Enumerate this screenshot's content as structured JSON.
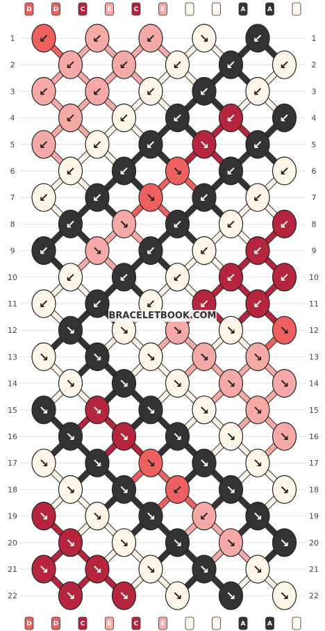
{
  "site_watermark": "BRACELETBOOK.COM",
  "strand_colors": {
    "A": "#333333",
    "B": "#fdf6e8",
    "C": "#b5253d",
    "D": "#ec6060",
    "E": "#f6aaa8"
  },
  "strands_top": [
    "D",
    "D",
    "C",
    "E",
    "C",
    "E",
    "B",
    "B",
    "A",
    "A",
    "B"
  ],
  "strands_bottom": [
    "D",
    "D",
    "C",
    "E",
    "C",
    "E",
    "B",
    "B",
    "A",
    "A",
    "B"
  ],
  "row_numbers": [
    "1",
    "2",
    "3",
    "4",
    "5",
    "6",
    "7",
    "8",
    "9",
    "10",
    "11",
    "12",
    "13",
    "14",
    "15",
    "16",
    "17",
    "18",
    "19",
    "20",
    "21",
    "22"
  ],
  "knots": [
    [
      [
        "D",
        "↙"
      ],
      [
        "E",
        "↙"
      ],
      [
        "E",
        "↙"
      ],
      [
        "B",
        "↘"
      ],
      [
        "A",
        "↙"
      ]
    ],
    [
      [
        "E",
        "↙"
      ],
      [
        "E",
        "↙"
      ],
      [
        "B",
        "↙"
      ],
      [
        "A",
        "↙"
      ],
      [
        "B",
        "↙"
      ]
    ],
    [
      [
        "E",
        "↙"
      ],
      [
        "E",
        "↙"
      ],
      [
        "B",
        "↙"
      ],
      [
        "A",
        "↙"
      ],
      [
        "B",
        "↙"
      ]
    ],
    [
      [
        "E",
        "↙"
      ],
      [
        "B",
        "↙"
      ],
      [
        "A",
        "↙"
      ],
      [
        "C",
        "↙"
      ],
      [
        "A",
        "↙"
      ]
    ],
    [
      [
        "E",
        "↙"
      ],
      [
        "B",
        "↙"
      ],
      [
        "A",
        "↙"
      ],
      [
        "C",
        "↘"
      ],
      [
        "A",
        "↙"
      ]
    ],
    [
      [
        "B",
        "↙"
      ],
      [
        "A",
        "↙"
      ],
      [
        "D",
        "↘"
      ],
      [
        "A",
        "↙"
      ],
      [
        "B",
        "↙"
      ]
    ],
    [
      [
        "B",
        "↙"
      ],
      [
        "A",
        "↙"
      ],
      [
        "D",
        "↘"
      ],
      [
        "A",
        "↙"
      ],
      [
        "B",
        "↙"
      ]
    ],
    [
      [
        "A",
        "↙"
      ],
      [
        "E",
        "↘"
      ],
      [
        "A",
        "↙"
      ],
      [
        "B",
        "↙"
      ],
      [
        "C",
        "↙"
      ]
    ],
    [
      [
        "A",
        "↙"
      ],
      [
        "E",
        "↘"
      ],
      [
        "A",
        "↙"
      ],
      [
        "B",
        "↙"
      ],
      [
        "C",
        "↙"
      ]
    ],
    [
      [
        "B",
        "↙"
      ],
      [
        "A",
        "↙"
      ],
      [
        "B",
        "↙"
      ],
      [
        "C",
        "↙"
      ],
      [
        "C",
        "↙"
      ]
    ],
    [
      [
        "B",
        "↙"
      ],
      [
        "A",
        "↙"
      ],
      [
        "B",
        "↙"
      ],
      [
        "C",
        "↙"
      ],
      [
        "C",
        "↙"
      ]
    ],
    [
      [
        "A",
        "↘"
      ],
      [
        "B",
        "↘"
      ],
      [
        "E",
        "↘"
      ],
      [
        "B",
        "↘"
      ],
      [
        "D",
        "↘"
      ]
    ],
    [
      [
        "B",
        "↘"
      ],
      [
        "A",
        "↘"
      ],
      [
        "B",
        "↘"
      ],
      [
        "E",
        "↘"
      ],
      [
        "E",
        "↘"
      ]
    ],
    [
      [
        "B",
        "↘"
      ],
      [
        "A",
        "↘"
      ],
      [
        "B",
        "↘"
      ],
      [
        "E",
        "↘"
      ],
      [
        "E",
        "↘"
      ]
    ],
    [
      [
        "A",
        "↘"
      ],
      [
        "C",
        "↘"
      ],
      [
        "A",
        "↘"
      ],
      [
        "B",
        "↘"
      ],
      [
        "E",
        "↘"
      ]
    ],
    [
      [
        "A",
        "↘"
      ],
      [
        "C",
        "↘"
      ],
      [
        "A",
        "↘"
      ],
      [
        "B",
        "↘"
      ],
      [
        "E",
        "↘"
      ]
    ],
    [
      [
        "B",
        "↘"
      ],
      [
        "A",
        "↘"
      ],
      [
        "D",
        "↘"
      ],
      [
        "A",
        "↘"
      ],
      [
        "B",
        "↘"
      ]
    ],
    [
      [
        "B",
        "↘"
      ],
      [
        "A",
        "↘"
      ],
      [
        "D",
        "↙"
      ],
      [
        "A",
        "↘"
      ],
      [
        "B",
        "↘"
      ]
    ],
    [
      [
        "C",
        "↘"
      ],
      [
        "B",
        "↘"
      ],
      [
        "A",
        "↘"
      ],
      [
        "E",
        "↙"
      ],
      [
        "A",
        "↘"
      ]
    ],
    [
      [
        "C",
        "↘"
      ],
      [
        "B",
        "↘"
      ],
      [
        "A",
        "↘"
      ],
      [
        "E",
        "↘"
      ],
      [
        "A",
        "↘"
      ]
    ],
    [
      [
        "C",
        "↘"
      ],
      [
        "C",
        "↘"
      ],
      [
        "B",
        "↘"
      ],
      [
        "A",
        "↘"
      ],
      [
        "B",
        "↘"
      ]
    ],
    [
      [
        "C",
        "↘"
      ],
      [
        "C",
        "↘"
      ],
      [
        "B",
        "↘"
      ],
      [
        "A",
        "↘"
      ],
      [
        "B",
        "↘"
      ]
    ]
  ]
}
